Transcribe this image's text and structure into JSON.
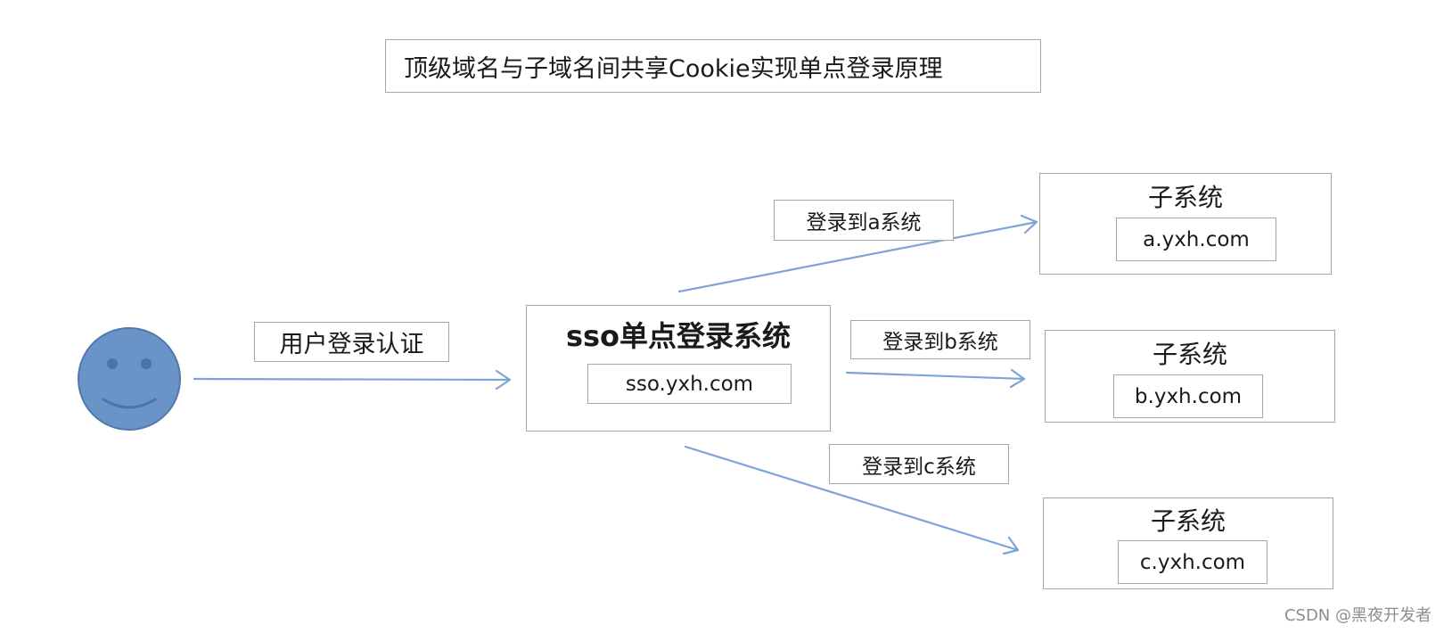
{
  "title": "顶级域名与子域名间共享Cookie实现单点登录原理",
  "user_auth_label": "用户登录认证",
  "sso": {
    "title": "sso单点登录系统",
    "domain": "sso.yxh.com"
  },
  "edges": {
    "to_a": "登录到a系统",
    "to_b": "登录到b系统",
    "to_c": "登录到c系统"
  },
  "subsystems": [
    {
      "title": "子系统",
      "domain": "a.yxh.com"
    },
    {
      "title": "子系统",
      "domain": "b.yxh.com"
    },
    {
      "title": "子系统",
      "domain": "c.yxh.com"
    }
  ],
  "watermark": "CSDN @黑夜开发者",
  "colors": {
    "face_fill": "#6a93c8",
    "face_stroke": "#4f78ad",
    "arrow": "#7ea3d6",
    "box_border": "#a6a6a6"
  }
}
